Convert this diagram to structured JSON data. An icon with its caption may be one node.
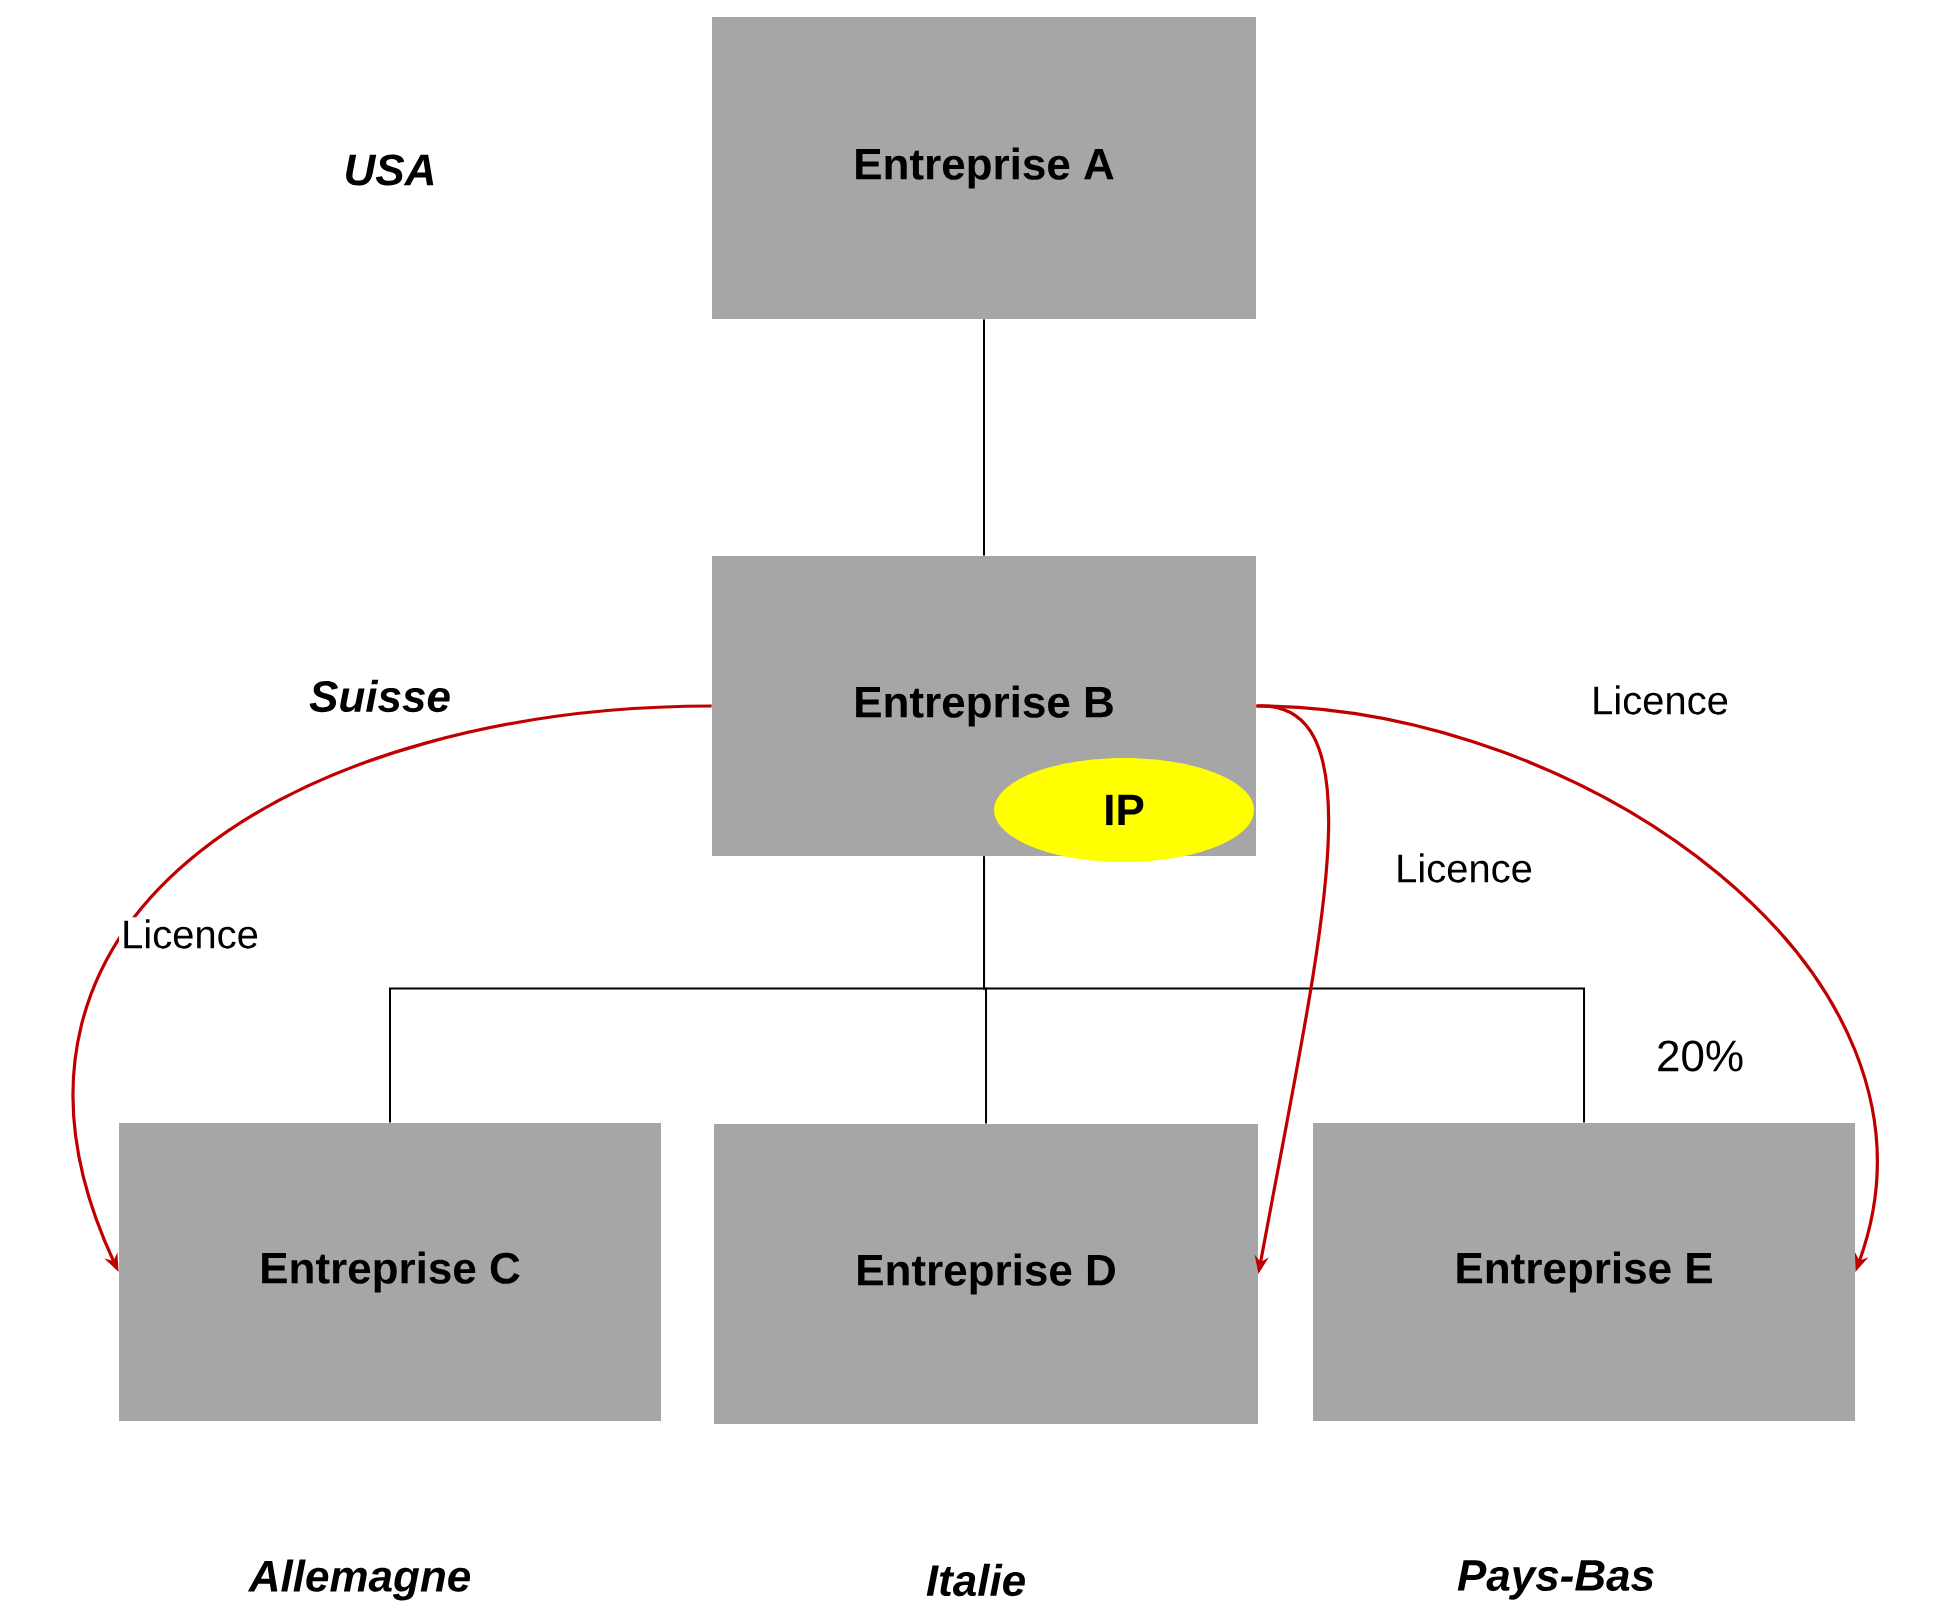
{
  "diagram": {
    "nodes": [
      {
        "text": [
          "Entreprise A"
        ]
      },
      {
        "text": [
          "Entreprise B"
        ]
      },
      {
        "text": [
          "IP"
        ],
        "in": 1
      },
      {
        "text": [
          "Entreprise C"
        ]
      },
      {
        "text": [
          "Entreprise D"
        ]
      },
      {
        "text": [
          "Entreprise E"
        ]
      }
    ],
    "edges": [
      {
        "from": 0,
        "to": 1,
        "arrow": "none"
      },
      {
        "from": 1,
        "to": 3,
        "arrow": "none"
      },
      {
        "from": 1,
        "to": 4,
        "arrow": "none"
      },
      {
        "from": 1,
        "to": 5,
        "arrow": "none"
      },
      {
        "from": 1,
        "to": 3,
        "arrow": "to",
        "label": "Licence",
        "color": "#c00000"
      },
      {
        "from": 1,
        "to": 4,
        "arrow": "to",
        "label": "Licence",
        "color": "#c00000"
      },
      {
        "from": 1,
        "to": 5,
        "arrow": "to",
        "label": "Licence",
        "color": "#c00000"
      }
    ],
    "labels": [
      "USA",
      "Suisse",
      "20%",
      "Allemagne",
      "Italie",
      "Pays-Bas"
    ]
  }
}
